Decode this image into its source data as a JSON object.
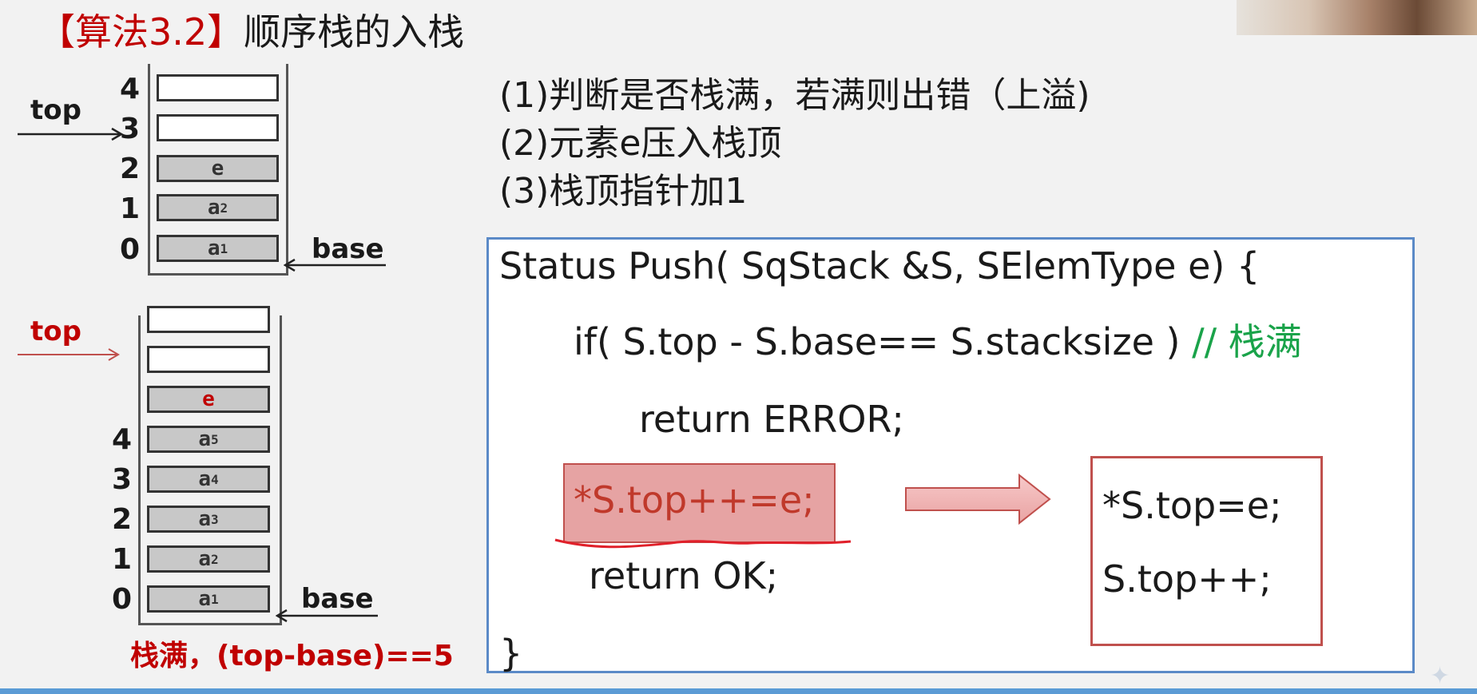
{
  "title": {
    "bracket": "【算法3.2】",
    "text": "顺序栈的入栈"
  },
  "stack1": {
    "indices": [
      "4",
      "3",
      "2",
      "1",
      "0"
    ],
    "cells": [
      {
        "text": "",
        "sub": "",
        "filled": false
      },
      {
        "text": "",
        "sub": "",
        "filled": false
      },
      {
        "text": "e",
        "sub": "",
        "filled": true
      },
      {
        "text": "a",
        "sub": "2",
        "filled": true
      },
      {
        "text": "a",
        "sub": "1",
        "filled": true
      }
    ],
    "top_label": "top",
    "base_label": "base"
  },
  "stack2": {
    "indices": [
      "4",
      "3",
      "2",
      "1",
      "0"
    ],
    "cells": [
      {
        "text": "",
        "sub": "",
        "filled": false
      },
      {
        "text": "",
        "sub": "",
        "filled": false
      },
      {
        "text": "e",
        "sub": "",
        "filled": true
      },
      {
        "text": "a",
        "sub": "5",
        "filled": true
      },
      {
        "text": "a",
        "sub": "4",
        "filled": true
      },
      {
        "text": "a",
        "sub": "3",
        "filled": true
      },
      {
        "text": "a",
        "sub": "2",
        "filled": true
      },
      {
        "text": "a",
        "sub": "1",
        "filled": true
      }
    ],
    "top_label": "top",
    "base_label": "base",
    "note": "栈满，(top-base)==5"
  },
  "steps": [
    "(1)判断是否栈满，若满则出错（上溢)",
    "(2)元素e压入栈顶",
    "(3)栈顶指针加1"
  ],
  "code": {
    "line1": "Status Push( SqStack &S, SElemType e) {",
    "line2": "if( S.top - S.base== S.stacksize )",
    "line2_comment": "// 栈满",
    "line3": "return ERROR;",
    "line4": "*S.top++=e;",
    "line5": "return OK;",
    "line6": "}"
  },
  "expanded": {
    "line1": "*S.top=e;",
    "line2": "S.top++;"
  },
  "colors": {
    "red": "#c00000",
    "comment_green": "#1aa34a",
    "box_blue": "#5b8ac7",
    "accent_red": "#c0504d"
  }
}
